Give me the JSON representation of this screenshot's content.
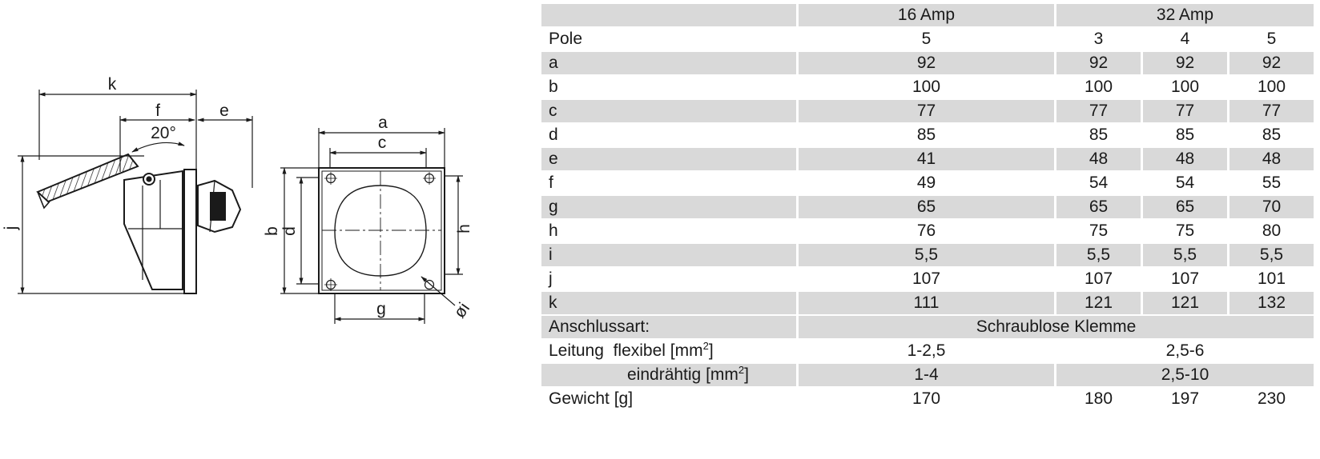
{
  "drawing": {
    "labels": {
      "k": "k",
      "f": "f",
      "e": "e",
      "angle": "20°",
      "j": "j",
      "a": "a",
      "c": "c",
      "b": "b",
      "d": "d",
      "h": "h",
      "g": "g",
      "phi_i": "øi"
    }
  },
  "table": {
    "header": {
      "amp16": "16 Amp",
      "amp32": "32 Amp"
    },
    "pole_row": {
      "label": "Pole",
      "v16": "5",
      "v32": [
        "3",
        "4",
        "5"
      ]
    },
    "dim_rows": [
      {
        "label": "a",
        "v16": "92",
        "v32": [
          "92",
          "92",
          "92"
        ]
      },
      {
        "label": "b",
        "v16": "100",
        "v32": [
          "100",
          "100",
          "100"
        ]
      },
      {
        "label": "c",
        "v16": "77",
        "v32": [
          "77",
          "77",
          "77"
        ]
      },
      {
        "label": "d",
        "v16": "85",
        "v32": [
          "85",
          "85",
          "85"
        ]
      },
      {
        "label": "e",
        "v16": "41",
        "v32": [
          "48",
          "48",
          "48"
        ]
      },
      {
        "label": "f",
        "v16": "49",
        "v32": [
          "54",
          "54",
          "55"
        ]
      },
      {
        "label": "g",
        "v16": "65",
        "v32": [
          "65",
          "65",
          "70"
        ]
      },
      {
        "label": "h",
        "v16": "76",
        "v32": [
          "75",
          "75",
          "80"
        ]
      },
      {
        "label": "i",
        "v16": "5,5",
        "v32": [
          "5,5",
          "5,5",
          "5,5"
        ]
      },
      {
        "label": "j",
        "v16": "107",
        "v32": [
          "107",
          "107",
          "101"
        ]
      },
      {
        "label": "k",
        "v16": "111",
        "v32": [
          "121",
          "121",
          "132"
        ]
      }
    ],
    "anschluss": {
      "label": "Anschlussart:",
      "value": "Schraublose Klemme"
    },
    "leitung": {
      "label": "Leitung  flexibel [mm",
      "sup": "2",
      "close": "]",
      "v16": "1-2,5",
      "v32": "2,5-6"
    },
    "eindraehtig": {
      "label": "eindrähtig [mm",
      "sup": "2",
      "close": "]",
      "v16": "1-4",
      "v32": "2,5-10"
    },
    "gewicht": {
      "label": "Gewicht [g]",
      "v16": "170",
      "v32": [
        "180",
        "197",
        "230"
      ]
    }
  }
}
